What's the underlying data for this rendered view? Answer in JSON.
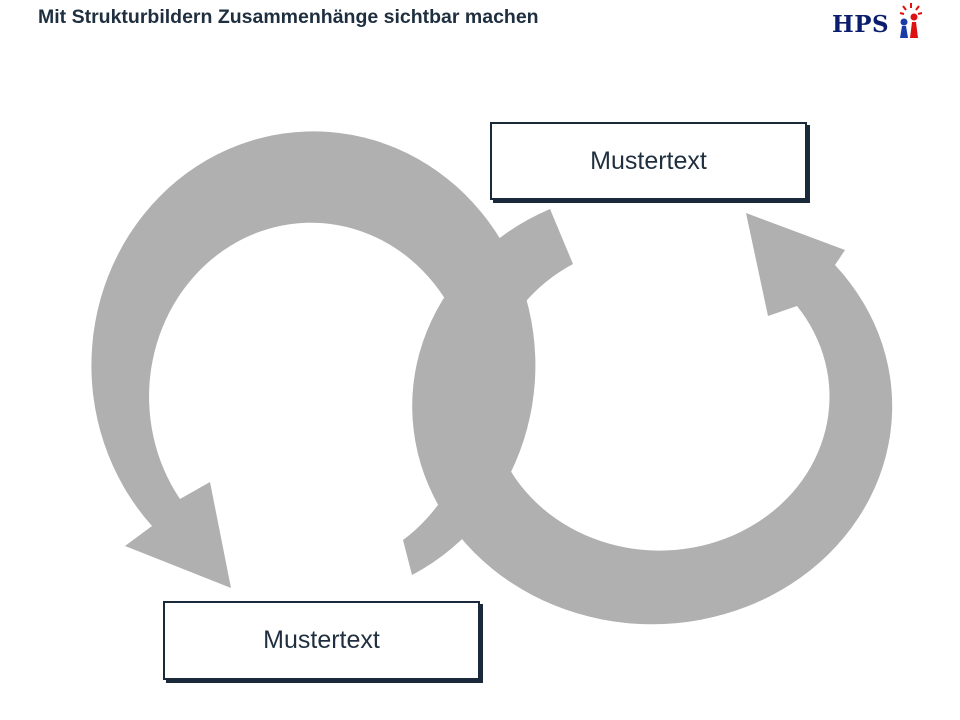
{
  "header": {
    "title": "Mit Strukturbildern Zusammenhänge sichtbar machen",
    "logo_text": "HPS"
  },
  "diagram": {
    "arrow_color": "#b0b0b0",
    "boxes": [
      {
        "label": "Mustertext"
      },
      {
        "label": "Mustertext"
      }
    ]
  }
}
